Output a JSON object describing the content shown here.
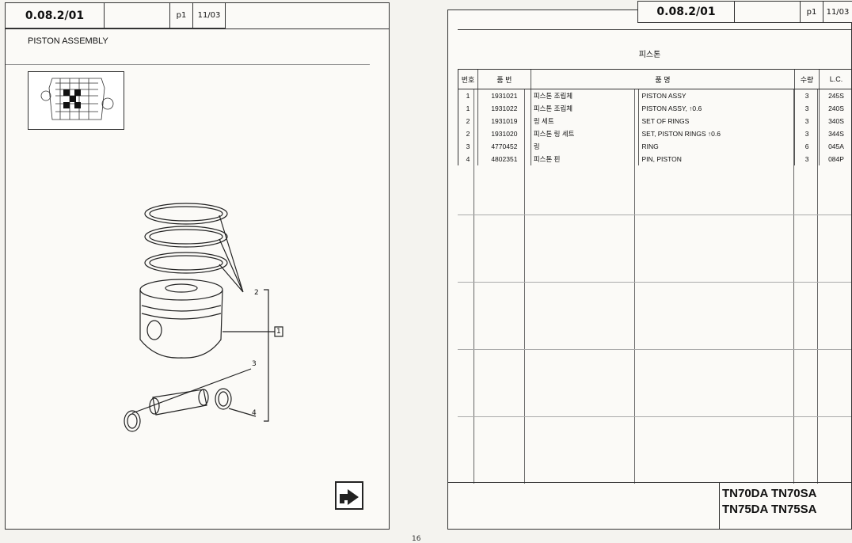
{
  "left_page": {
    "code": "0.08.2/01",
    "page": "p1",
    "date": "11/03",
    "title": "PISTON ASSEMBLY",
    "callouts": [
      "2",
      "1",
      "3",
      "4"
    ]
  },
  "right_page": {
    "code": "0.08.2/01",
    "page": "p1",
    "date": "11/03",
    "title": "피스톤",
    "table": {
      "headers": [
        "번호",
        "품 번",
        "품 명",
        "수량",
        "L.C."
      ],
      "rows": [
        {
          "no": "1",
          "part": "1931021",
          "kor": "피스톤 조립체",
          "desc": "PISTON ASSY",
          "qty": "3",
          "lc": "245S"
        },
        {
          "no": "1",
          "part": "1931022",
          "kor": "피스톤 조립체",
          "desc": "PISTON ASSY, ↑0.6",
          "qty": "3",
          "lc": "240S"
        },
        {
          "no": "2",
          "part": "1931019",
          "kor": "링 세트",
          "desc": "SET OF RINGS",
          "qty": "3",
          "lc": "340S"
        },
        {
          "no": "2",
          "part": "1931020",
          "kor": "피스톤 링 세트",
          "desc": "SET, PISTON RINGS ↑0.6",
          "qty": "3",
          "lc": "344S"
        },
        {
          "no": "3",
          "part": "4770452",
          "kor": "링",
          "desc": "RING",
          "qty": "6",
          "lc": "045A"
        },
        {
          "no": "4",
          "part": "4802351",
          "kor": "피스톤 핀",
          "desc": "PIN, PISTON",
          "qty": "3",
          "lc": "084P"
        }
      ]
    },
    "models": [
      "TN70DA TN70SA",
      "TN75DA TN75SA"
    ]
  },
  "page_number": "16"
}
